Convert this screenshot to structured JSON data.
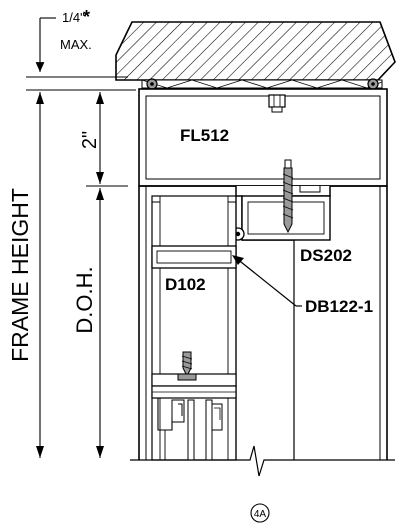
{
  "drawing": {
    "labels": {
      "gap_dimension": "1/4\"",
      "gap_note_marker": "*",
      "gap_max": "MAX.",
      "head_dimension": "2\"",
      "frame_height": "FRAME HEIGHT",
      "door_opening_height": "D.O.H.",
      "head_part": "FL512",
      "stop_part": "DS202",
      "door_part": "D102",
      "bumper_part": "DB122-1",
      "detail_tag": "4A"
    },
    "colors": {
      "line": "#000000",
      "profile_fill": "#ffffff",
      "shading": "#9a9a9a"
    }
  }
}
